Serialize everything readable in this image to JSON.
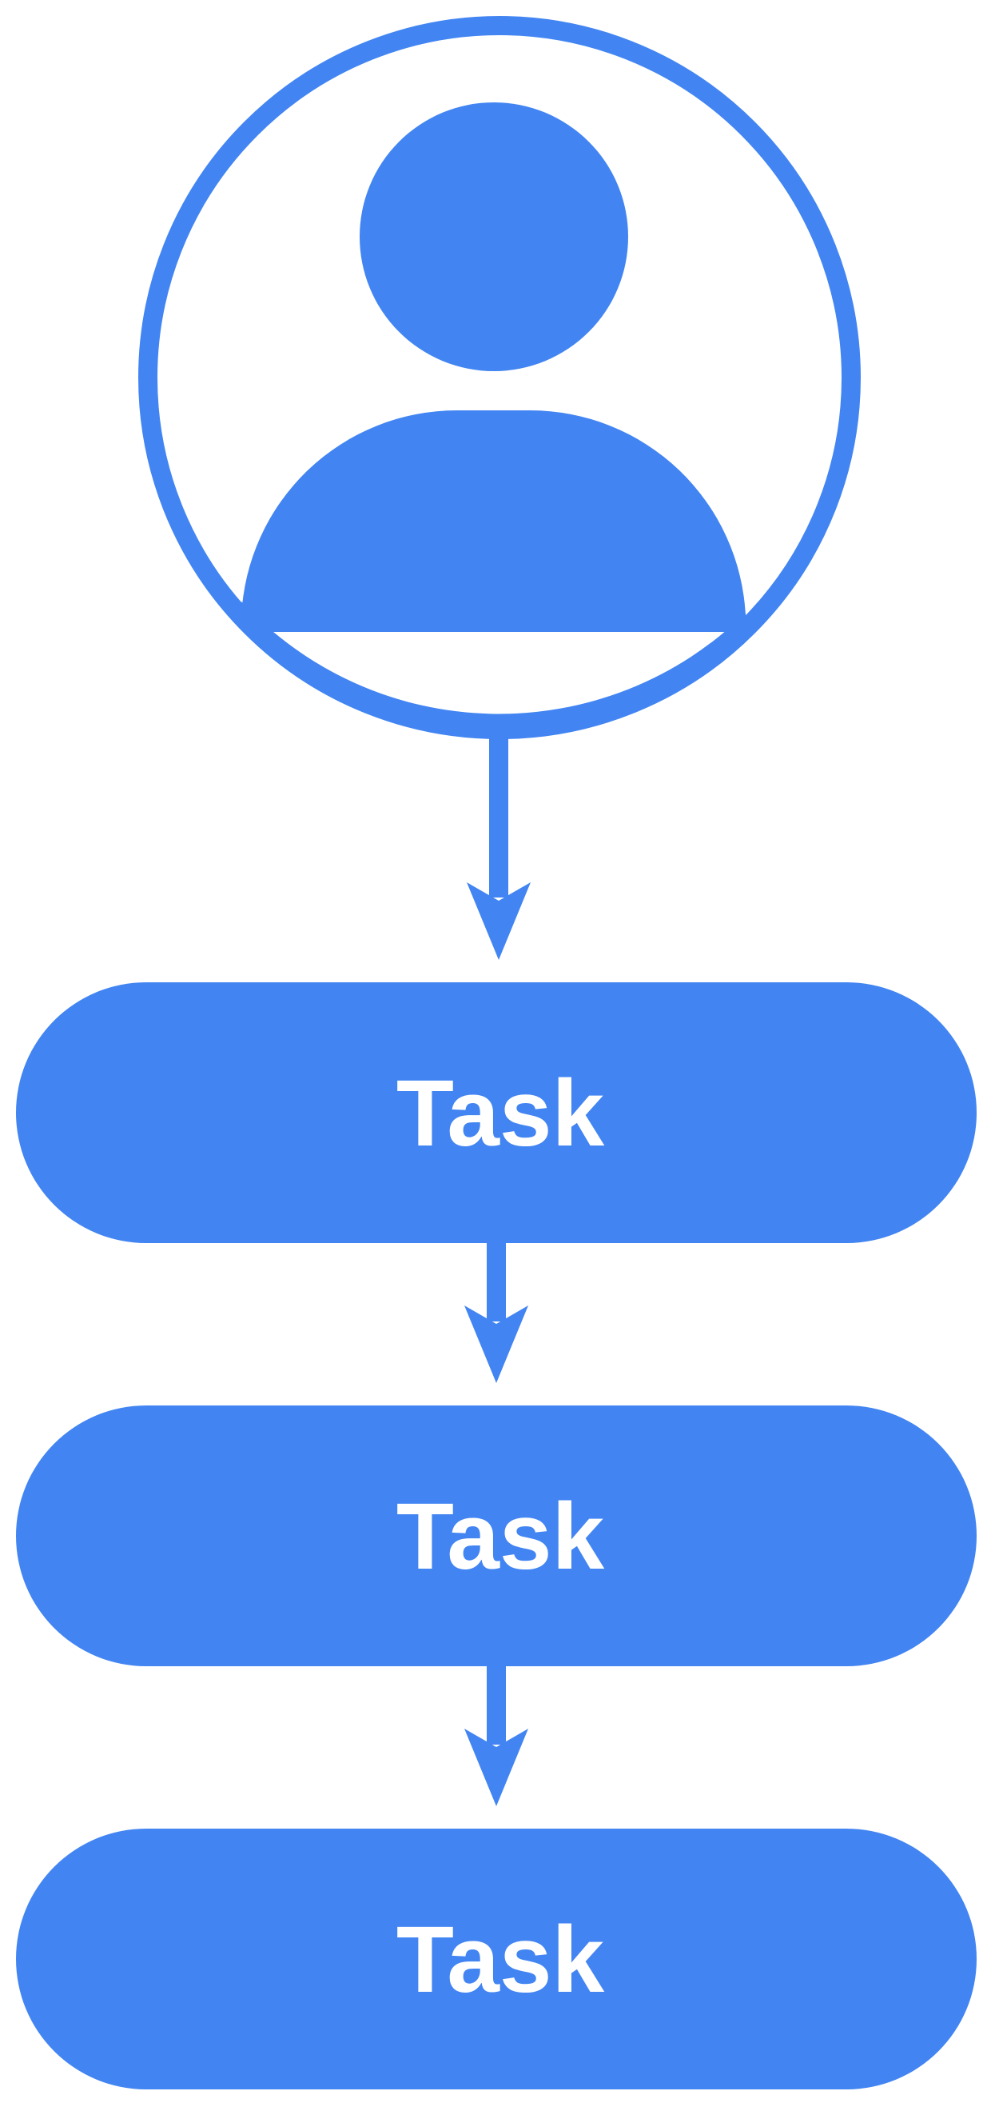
{
  "colors": {
    "accent": "#4285F2",
    "background": "#FFFFFF",
    "label_text": "#FFFFFF"
  },
  "icons": {
    "user": "user-avatar-icon",
    "arrow": "arrow-down-icon"
  },
  "tasks": [
    {
      "label": "Task"
    },
    {
      "label": "Task"
    },
    {
      "label": "Task"
    }
  ]
}
